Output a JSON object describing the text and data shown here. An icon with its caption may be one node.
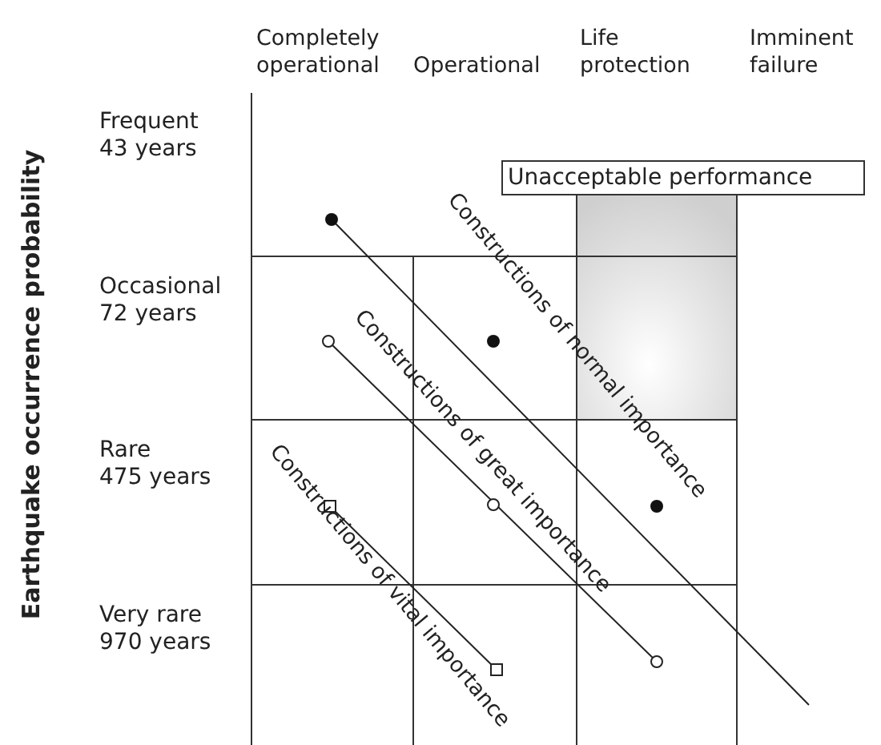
{
  "diagram": {
    "nodes": [
      {
        "text": [
          "Unacceptable performance"
        ]
      }
    ],
    "labels": [
      "Completely operational",
      "Operational",
      "Life protection",
      "Imminent failure",
      "Earthquake occurrence probability",
      "Frequent 43 years",
      "Occasional 72 years",
      "Rare 475 years",
      "Very rare 970 years",
      "Constructions of normal importance",
      "Constructions of great importance",
      "Constructions of vital importance"
    ]
  }
}
